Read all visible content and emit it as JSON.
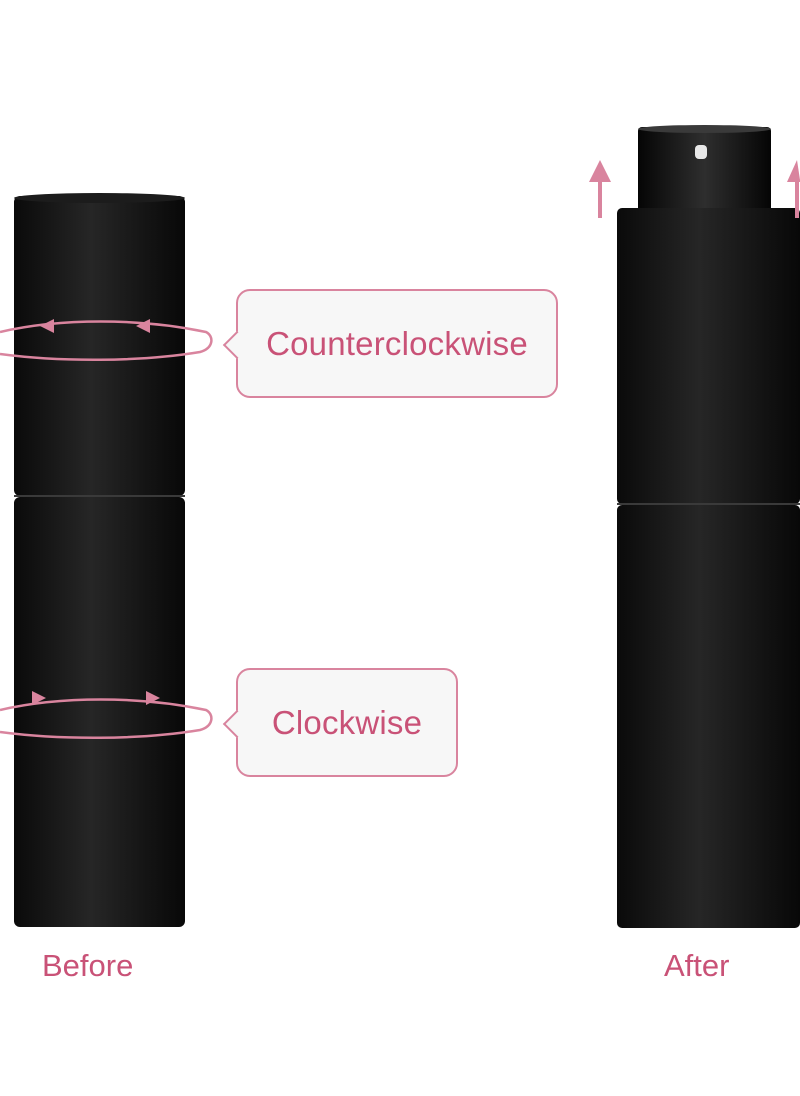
{
  "labels": {
    "counterclockwise": "Counterclockwise",
    "clockwise": "Clockwise",
    "before": "Before",
    "after": "After"
  },
  "colors": {
    "accent": "#d9849e",
    "text_accent": "#c95277",
    "bottle": "#121212",
    "background": "#ffffff"
  },
  "icons": [
    "counterclockwise-arrow-icon",
    "clockwise-arrow-icon",
    "up-arrow-icon"
  ]
}
